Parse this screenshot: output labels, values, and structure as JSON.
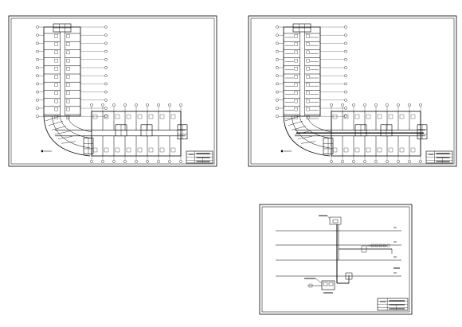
{
  "sheets": [
    {
      "id": "plan-a",
      "kind": "floor-plan-l",
      "variant": "a"
    },
    {
      "id": "plan-b",
      "kind": "floor-plan-l",
      "variant": "b"
    },
    {
      "id": "riser",
      "kind": "system-riser"
    }
  ],
  "colors": {
    "background": "#ffffff",
    "ink": "#000000",
    "fine_ink": "#202020"
  }
}
